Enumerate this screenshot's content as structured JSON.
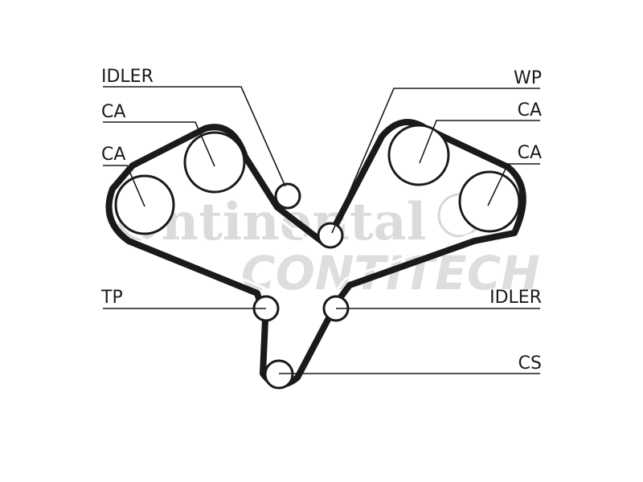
{
  "watermark": {
    "brand": "Ontinental",
    "sub": "CONTITECH"
  },
  "labels": {
    "idler_top": "IDLER",
    "ca_left_1": "CA",
    "ca_left_2": "CA",
    "wp": "WP",
    "ca_right_1": "CA",
    "ca_right_2": "CA",
    "tp": "TP",
    "idler_bottom": "IDLER",
    "cs": "CS"
  },
  "colors": {
    "ink": "#1a1a1a",
    "watermark": "#cfcfcf"
  }
}
